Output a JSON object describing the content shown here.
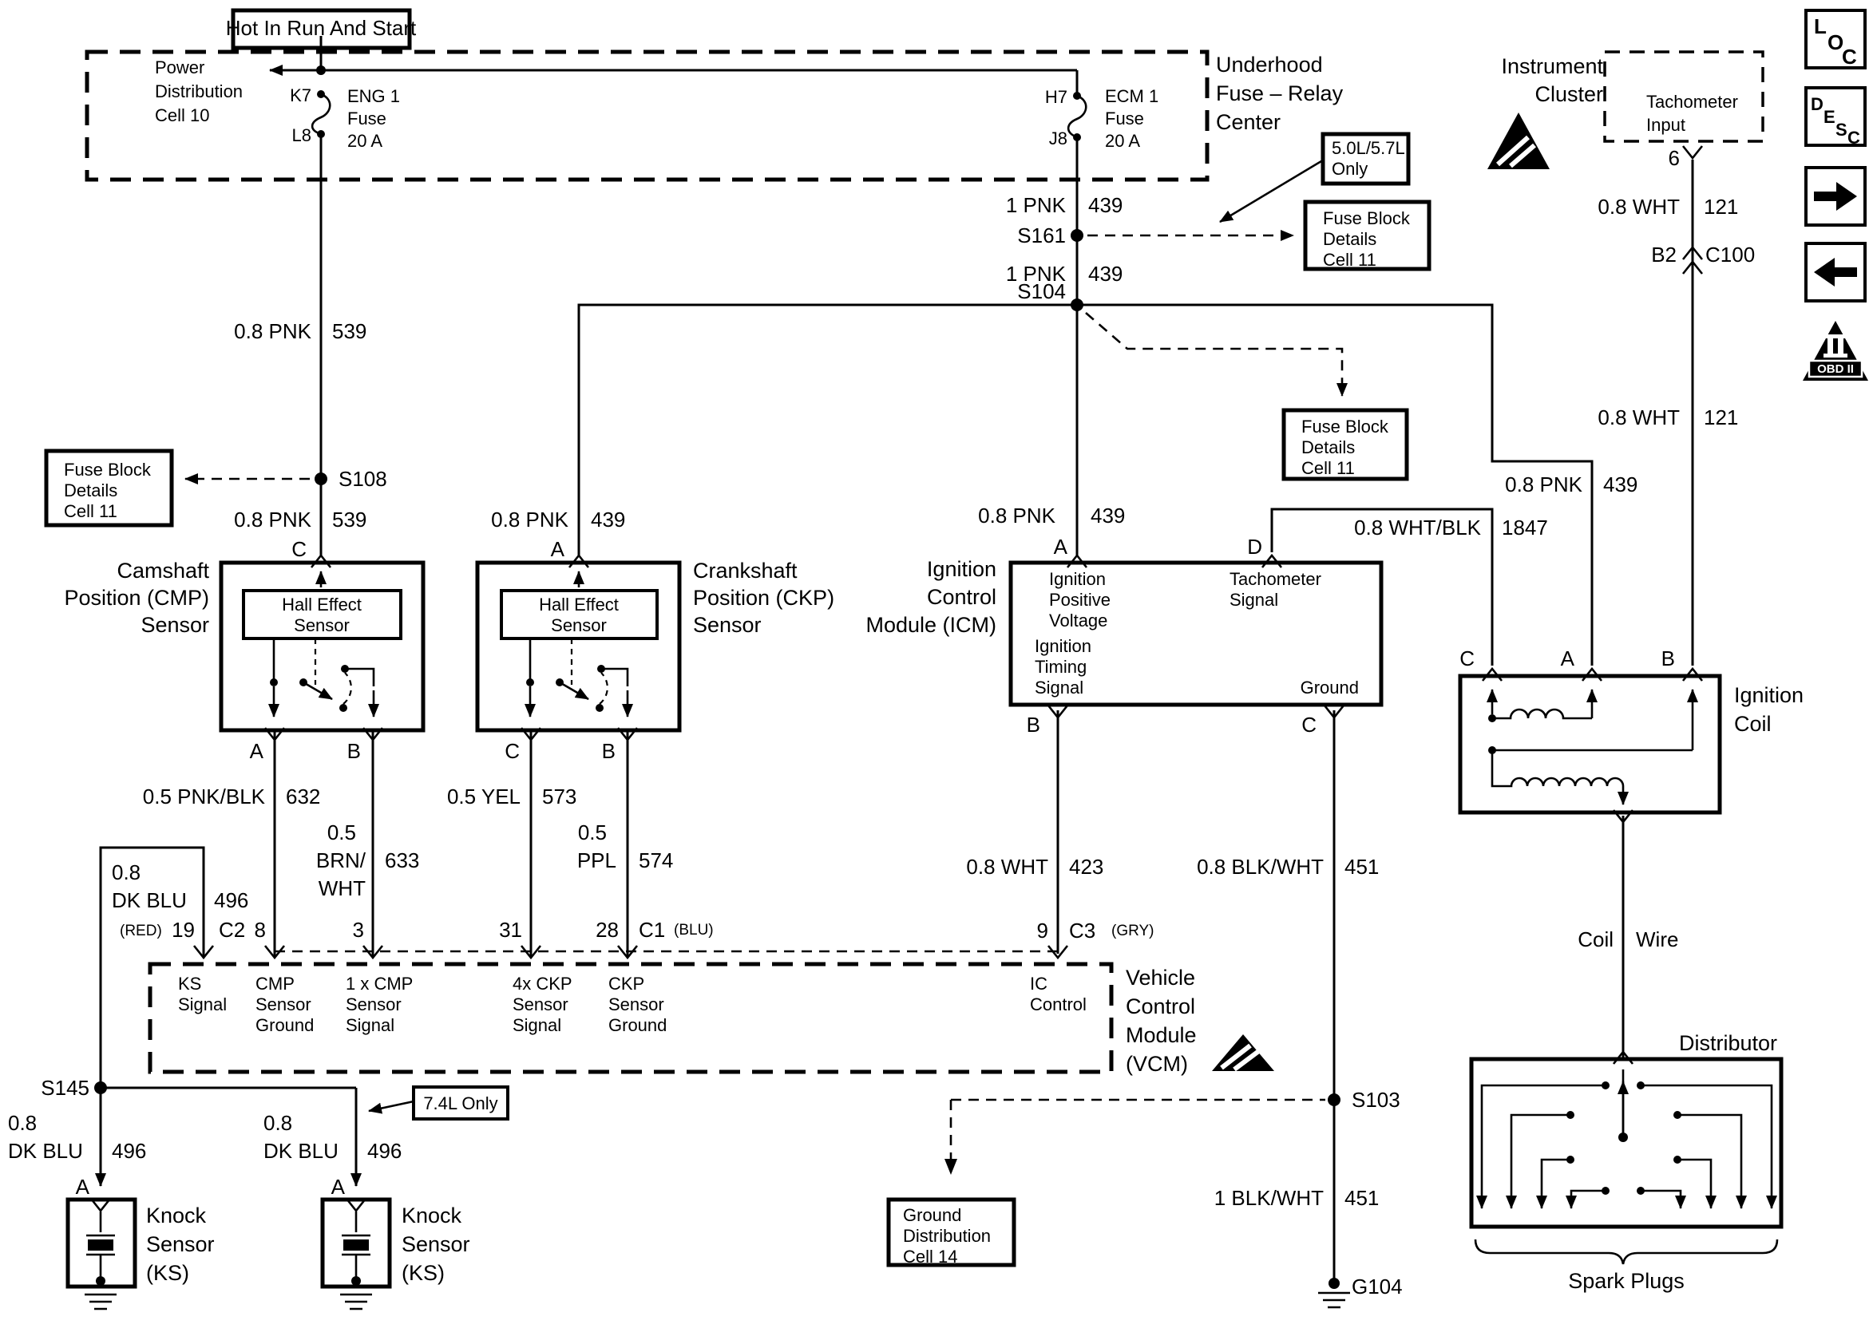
{
  "page": {
    "background": "#ffffff",
    "ink": "#000000"
  },
  "top": {
    "hot": "Hot In Run And Start",
    "power": {
      "l1": "Power",
      "l2": "Distribution",
      "l3": "Cell 10"
    },
    "k7": "K7",
    "l8": "L8",
    "eng_fuse": {
      "l1": "ENG 1",
      "l2": "Fuse",
      "l3": "20 A"
    },
    "h7": "H7",
    "j8": "J8",
    "ecm_fuse": {
      "l1": "ECM 1",
      "l2": "Fuse",
      "l3": "20 A"
    },
    "ufrc": {
      "l1": "Underhood",
      "l2": "Fuse – Relay",
      "l3": "Center"
    },
    "instrument": {
      "l1": "Instrument",
      "l2": "Cluster"
    },
    "tach_input": {
      "l1": "Tachometer",
      "l2": "Input"
    },
    "pin6": "6",
    "five_liter": {
      "l1": "5.0L/5.7L",
      "l2": "Only"
    },
    "fuse_block": {
      "l1": "Fuse Block",
      "l2": "Details",
      "l3": "Cell 11"
    },
    "s161": "S161",
    "s104": "S104",
    "pnk439_upper": {
      "name": "1 PNK",
      "num": "439"
    },
    "pnk439_lower": {
      "name": "1 PNK",
      "num": "439"
    }
  },
  "wires": {
    "pnk539_a": {
      "name": "0.8 PNK",
      "num": "539"
    },
    "pnk539_b": {
      "name": "0.8 PNK",
      "num": "539"
    },
    "s108": "S108",
    "pnk439_ckp": {
      "name": "0.8 PNK",
      "num": "439"
    },
    "pnk439_icm": {
      "name": "0.8 PNK",
      "num": "439"
    },
    "pnk439_coil": {
      "name": "0.8 PNK",
      "num": "439"
    },
    "whtblk1847": {
      "name": "0.8 WHT/BLK",
      "num": "1847"
    },
    "wht121_a": {
      "name": "0.8 WHT",
      "num": "121"
    },
    "wht121_b": {
      "name": "0.8 WHT",
      "num": "121"
    },
    "b2": "B2",
    "c100": "C100",
    "wht423": {
      "name": "0.8 WHT",
      "num": "423"
    },
    "blkwht451": {
      "name": "0.8 BLK/WHT",
      "num": "451"
    },
    "blkwht451_g": {
      "name": "1 BLK/WHT",
      "num": "451"
    },
    "pnkblk632": {
      "name": "0.5 PNK/BLK",
      "num": "632"
    },
    "brnwht633": {
      "l1": "0.5",
      "l2": "BRN/",
      "l3": "WHT",
      "num": "633"
    },
    "yel573": {
      "name": "0.5 YEL",
      "num": "573"
    },
    "ppl574": {
      "l1": "0.5",
      "l2": "PPL",
      "num": "574"
    },
    "dkblu496_top": {
      "l1": "0.8",
      "l2": "DK BLU",
      "num": "496"
    },
    "dkblu496_l": {
      "l1": "0.8",
      "l2": "DK BLU",
      "num": "496"
    },
    "dkblu496_r": {
      "l1": "0.8",
      "l2": "DK BLU",
      "num": "496"
    },
    "s145": "S145",
    "s103": "S103",
    "g104": "G104"
  },
  "cmp": {
    "label": {
      "l1": "Camshaft",
      "l2": "Position (CMP)",
      "l3": "Sensor"
    },
    "hall": {
      "l1": "Hall Effect",
      "l2": "Sensor"
    },
    "pin_c": "C",
    "pin_a": "A",
    "pin_b": "B"
  },
  "ckp": {
    "label": {
      "l1": "Crankshaft",
      "l2": "Position (CKP)",
      "l3": "Sensor"
    },
    "hall": {
      "l1": "Hall Effect",
      "l2": "Sensor"
    },
    "pin_a": "A",
    "pin_c": "C",
    "pin_b": "B"
  },
  "icm": {
    "label": {
      "l1": "Ignition",
      "l2": "Control",
      "l3": "Module (ICM)"
    },
    "ign_pos": {
      "l1": "Ignition",
      "l2": "Positive",
      "l3": "Voltage"
    },
    "tach_sig": {
      "l1": "Tachometer",
      "l2": "Signal"
    },
    "ign_tim": {
      "l1": "Ignition",
      "l2": "Timing",
      "l3": "Signal"
    },
    "ground": "Ground",
    "pin_a": "A",
    "pin_d": "D",
    "pin_b": "B",
    "pin_c": "C",
    "pin9": "9",
    "c3": "C3",
    "gry": "(GRY)"
  },
  "vcm": {
    "label": {
      "l1": "Vehicle",
      "l2": "Control",
      "l3": "Module",
      "l4": "(VCM)"
    },
    "ks": {
      "l1": "KS",
      "l2": "Signal"
    },
    "cmp_gnd": {
      "l1": "CMP",
      "l2": "Sensor",
      "l3": "Ground"
    },
    "cmp_sig": {
      "l1": "1 x CMP",
      "l2": "Sensor",
      "l3": "Signal"
    },
    "ckp_sig": {
      "l1": "4x CKP",
      "l2": "Sensor",
      "l3": "Signal"
    },
    "ckp_gnd": {
      "l1": "CKP",
      "l2": "Sensor",
      "l3": "Ground"
    },
    "ic": {
      "l1": "IC",
      "l2": "Control"
    },
    "red": "(RED)",
    "p19": "19",
    "c2": "C2",
    "p8": "8",
    "p3": "3",
    "p31": "31",
    "p28": "28",
    "c1": "C1",
    "blu": "(BLU)"
  },
  "ks": {
    "label": {
      "l1": "Knock",
      "l2": "Sensor",
      "l3": "(KS)"
    },
    "pin_a": "A",
    "seven4": "7.4L Only"
  },
  "ground_dist": {
    "l1": "Ground",
    "l2": "Distribution",
    "l3": "Cell 14"
  },
  "coil": {
    "label": {
      "l1": "Ignition",
      "l2": "Coil"
    },
    "pin_c": "C",
    "pin_a": "A",
    "pin_b": "B",
    "coil_wire": {
      "l1": "Coil",
      "l2": "Wire"
    }
  },
  "dist": {
    "label": "Distributor",
    "spark": "Spark Plugs"
  },
  "icons": {
    "loc": [
      "L",
      "O",
      "C"
    ],
    "desc": [
      "D",
      "E",
      "S",
      "C"
    ],
    "obd_pillar": "II",
    "obd": "OBD II"
  }
}
